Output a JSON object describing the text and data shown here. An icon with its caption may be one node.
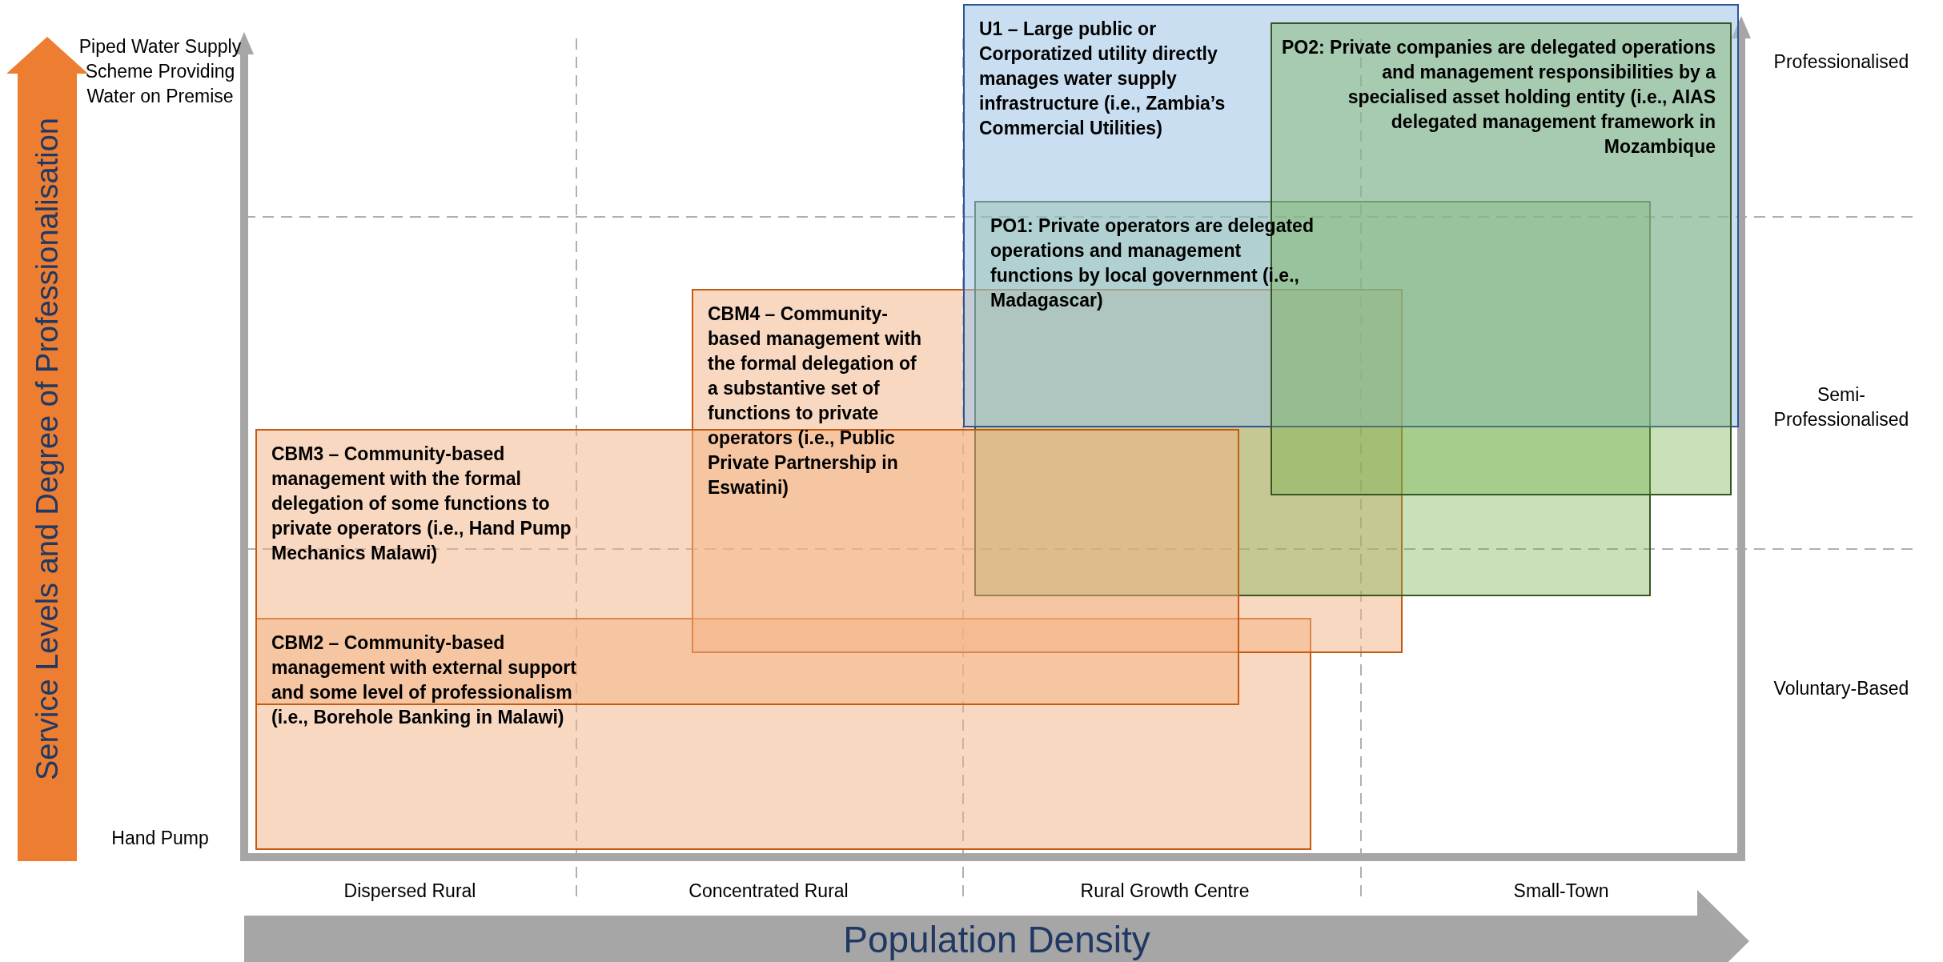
{
  "diagram": {
    "nodes": [
      {
        "text": [
          "Service Levels and Degree of Professionalisation"
        ]
      },
      {
        "text": [
          "Population Density"
        ]
      },
      {
        "text": [
          "U1 – Large public or Corporatized utility directly manages water supply infrastructure (i.e., Zambia’s Commercial Utilities)"
        ]
      },
      {
        "text": [
          "PO2: Private companies are delegated operations and management responsibilities by a specialised asset holding entity (i.e., AIAS delegated management framework in Mozambique"
        ]
      },
      {
        "text": [
          "PO1: Private operators are delegated operations and management functions by local government (i.e., Madagascar)"
        ]
      },
      {
        "text": [
          "CBM4 – Community-based management with the formal delegation of a substantive set of functions to private operators (i.e., Public Private Partnership in Eswatini)"
        ]
      },
      {
        "text": [
          "CBM3 – Community-based management with the formal delegation of some functions to private operators (i.e., Hand Pump Mechanics Malawi)"
        ]
      },
      {
        "text": [
          "CBM2 – Community-based management with external support  and some level of professionalism (i.e., Borehole Banking in Malawi)"
        ]
      }
    ],
    "labels": [
      "Piped Water Supply Scheme Providing Water on Premise",
      "Professionalised",
      "Semi-Professionalised",
      "Voluntary-Based",
      "Hand Pump",
      "Dispersed Rural",
      "Concentrated Rural",
      "Rural Growth Centre",
      "Small-Town"
    ]
  }
}
